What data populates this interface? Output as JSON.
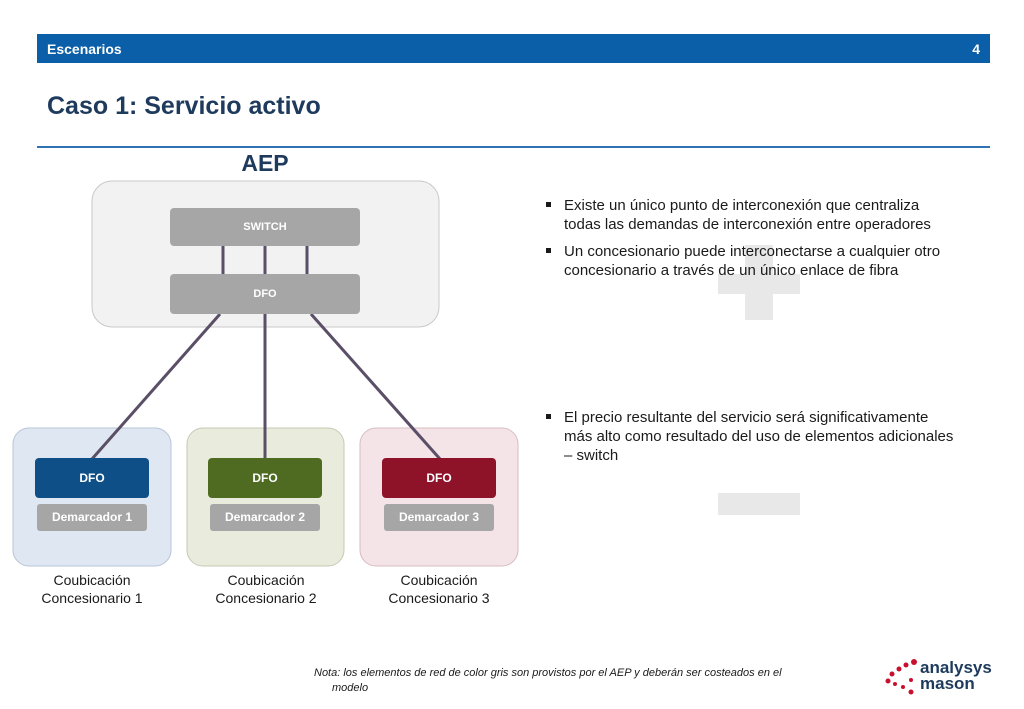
{
  "header": {
    "section": "Escenarios",
    "page_number": "4"
  },
  "title": "Caso 1: Servicio activo",
  "aep": {
    "label": "AEP",
    "switch_label": "SWITCH",
    "dfo_label": "DFO"
  },
  "concessionaires": [
    {
      "dfo_label": "DFO",
      "demarcator": "Demarcador 1",
      "caption_line1": "Coubicación",
      "caption_line2": "Concesionario 1",
      "accent_color": "#0d4f86",
      "bg_color": "#dfe7f2"
    },
    {
      "dfo_label": "DFO",
      "demarcator": "Demarcador 2",
      "caption_line1": "Coubicación",
      "caption_line2": "Concesionario 2",
      "accent_color": "#4f6b22",
      "bg_color": "#e9ebdd"
    },
    {
      "dfo_label": "DFO",
      "demarcator": "Demarcador 3",
      "caption_line1": "Coubicación",
      "caption_line2": "Concesionario 3",
      "accent_color": "#8e1228",
      "bg_color": "#f4e3e7"
    }
  ],
  "pros": [
    {
      "line1": "Existe un único punto de interconexión que centraliza",
      "line2": "todas las demandas de interconexión entre operadores"
    },
    {
      "line1": "Un concesionario puede interconectarse a cualquier otro",
      "line2": "concesionario a través de un único enlace de fibra"
    }
  ],
  "cons": [
    {
      "line1": "El precio resultante del servicio será significativamente",
      "line2": "más alto como resultado del uso de elementos adicionales",
      "line3": "– switch"
    }
  ],
  "note": {
    "line1": "Nota: los elementos de red de color gris son provistos por el AEP y deberán ser costeados en el",
    "line2": "modelo"
  },
  "logo": {
    "line1": "analysys",
    "line2": "mason"
  },
  "colors": {
    "header_blue": "#0b5ea8",
    "title_navy": "#1e3a5c",
    "link_line": "#5a4f66",
    "element_grey": "#a6a6a6",
    "logo_red": "#c8102e"
  }
}
